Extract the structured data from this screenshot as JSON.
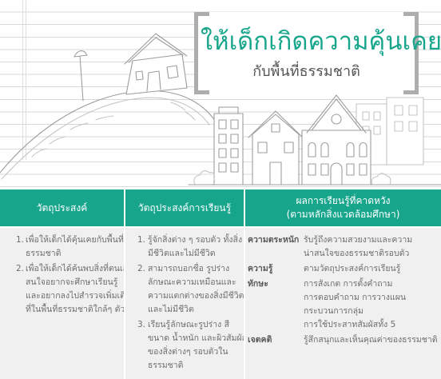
{
  "title": {
    "main": "ให้เด็กเกิดความคุ้นเคย",
    "sub": "กับพื้นที่ธรรมชาติ"
  },
  "table": {
    "headers": {
      "objectives": "วัตถุประสงค์",
      "learning_objectives": "วัตถุประสงค์การเรียนรู้",
      "expected_outcomes": [
        "ผลการเรียนรู้ที่คาดหวัง",
        "(ตามหลักสิ่งแวดล้อมศึกษา)"
      ]
    },
    "objectives": [
      {
        "num": "1.",
        "lines": [
          "เพื่อให้เด็กได้คุ้นเคยกับพื้นที่",
          "ธรรมชาติ"
        ]
      },
      {
        "num": "2.",
        "lines": [
          "เพื่อให้เด็กได้ค้นพบสิ่งที่ตนเอง",
          "สนใจอยากจะศึกษาเรียนรู้",
          "และอยากลงไปสำรวจเพิ่มเติม",
          "ที่ในพื้นที่ธรรมชาติใกล้ๆ ตัว"
        ]
      }
    ],
    "learning_objectives": [
      {
        "num": "1.",
        "lines": [
          "รู้จักสิ่งต่าง ๆ รอบตัว ทั้งสิ่ง",
          "มีชีวิตและไม่มีชีวิต"
        ]
      },
      {
        "num": "2.",
        "lines": [
          "สามารถบอกชื่อ รูปร่าง",
          "ลักษณะความเหมือนและ",
          "ความแตกต่างของสิ่งมีชีวิต",
          "และไม่มีชีวิต"
        ]
      },
      {
        "num": "3.",
        "lines": [
          "เรียนรู้ลักษณะรูปร่าง สี",
          "ขนาด น้ำหนัก และผิวสัมผัส",
          "ของสิ่งต่างๆ รอบตัวใน",
          "ธรรมชาติ"
        ]
      }
    ],
    "expected_outcomes": [
      {
        "label": "ความตระหนัก",
        "lines": [
          "รับรู้ถึงความสวยงามและความ",
          "น่าสนใจของธรรมชาติรอบตัว"
        ]
      },
      {
        "label": "ความรู้",
        "lines": [
          "ตามวัตถุประสงค์การเรียนรู้"
        ]
      },
      {
        "label": "ทักษะ",
        "lines": [
          "การสังเกต การตั้งคำถาม",
          "การตอบคำถาม การวางแผน",
          "กระบวนการกลุ่ม",
          "การใช้ประสาทสัมผัสทั้ง 5"
        ]
      },
      {
        "label": "เจตคติ",
        "lines": [
          "รู้สึกสนุกและเห็นคุณค่าของธรรมชาติ"
        ]
      }
    ]
  },
  "colors": {
    "accent": "#17a58b",
    "header_text": "#ffffff",
    "body_text": "#6e6e6e",
    "cell_background": "#f0f0f0",
    "bracket": "#adadad",
    "sketch": "#9d9d9d"
  }
}
